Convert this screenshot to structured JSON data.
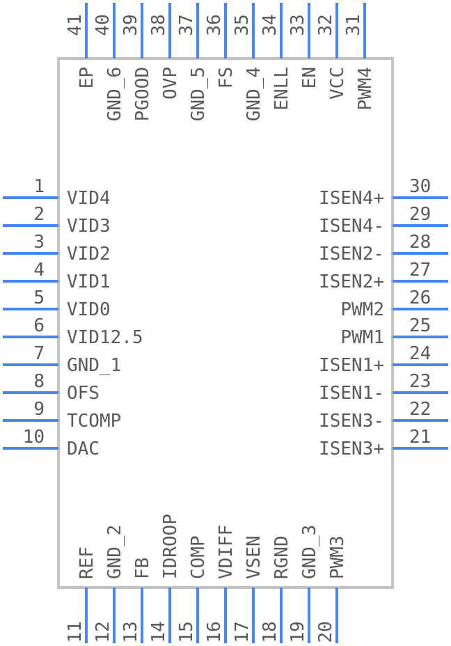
{
  "component": {
    "body_color": "#c4c4c4",
    "pin_color": "#4a86e8",
    "text_color": "#595959",
    "left_pins": [
      [
        "1",
        "VID4"
      ],
      [
        "2",
        "VID3"
      ],
      [
        "3",
        "VID2"
      ],
      [
        "4",
        "VID1"
      ],
      [
        "5",
        "VID0"
      ],
      [
        "6",
        "VID12.5"
      ],
      [
        "7",
        "GND_1"
      ],
      [
        "8",
        "OFS"
      ],
      [
        "9",
        "TCOMP"
      ],
      [
        "10",
        "DAC"
      ]
    ],
    "right_pins": [
      [
        "30",
        "ISEN4+"
      ],
      [
        "29",
        "ISEN4-"
      ],
      [
        "28",
        "ISEN2-"
      ],
      [
        "27",
        "ISEN2+"
      ],
      [
        "26",
        "PWM2"
      ],
      [
        "25",
        "PWM1"
      ],
      [
        "24",
        "ISEN1+"
      ],
      [
        "23",
        "ISEN1-"
      ],
      [
        "22",
        "ISEN3-"
      ],
      [
        "21",
        "ISEN3+"
      ]
    ],
    "bottom_pins": [
      [
        "11",
        "REF"
      ],
      [
        "12",
        "GND_2"
      ],
      [
        "13",
        "FB"
      ],
      [
        "14",
        "IDROOP"
      ],
      [
        "15",
        "COMP"
      ],
      [
        "16",
        "VDIFF"
      ],
      [
        "17",
        "VSEN"
      ],
      [
        "18",
        "RGND"
      ],
      [
        "19",
        "GND_3"
      ],
      [
        "20",
        "PWM3"
      ]
    ],
    "top_pins": [
      [
        "41",
        "EP"
      ],
      [
        "40",
        "GND_6"
      ],
      [
        "39",
        "PGOOD"
      ],
      [
        "38",
        "OVP"
      ],
      [
        "37",
        "GND_5"
      ],
      [
        "36",
        "FS"
      ],
      [
        "35",
        "GND_4"
      ],
      [
        "34",
        "ENLL"
      ],
      [
        "33",
        "EN"
      ],
      [
        "32",
        "VCC"
      ],
      [
        "31",
        "PWM4"
      ]
    ]
  }
}
